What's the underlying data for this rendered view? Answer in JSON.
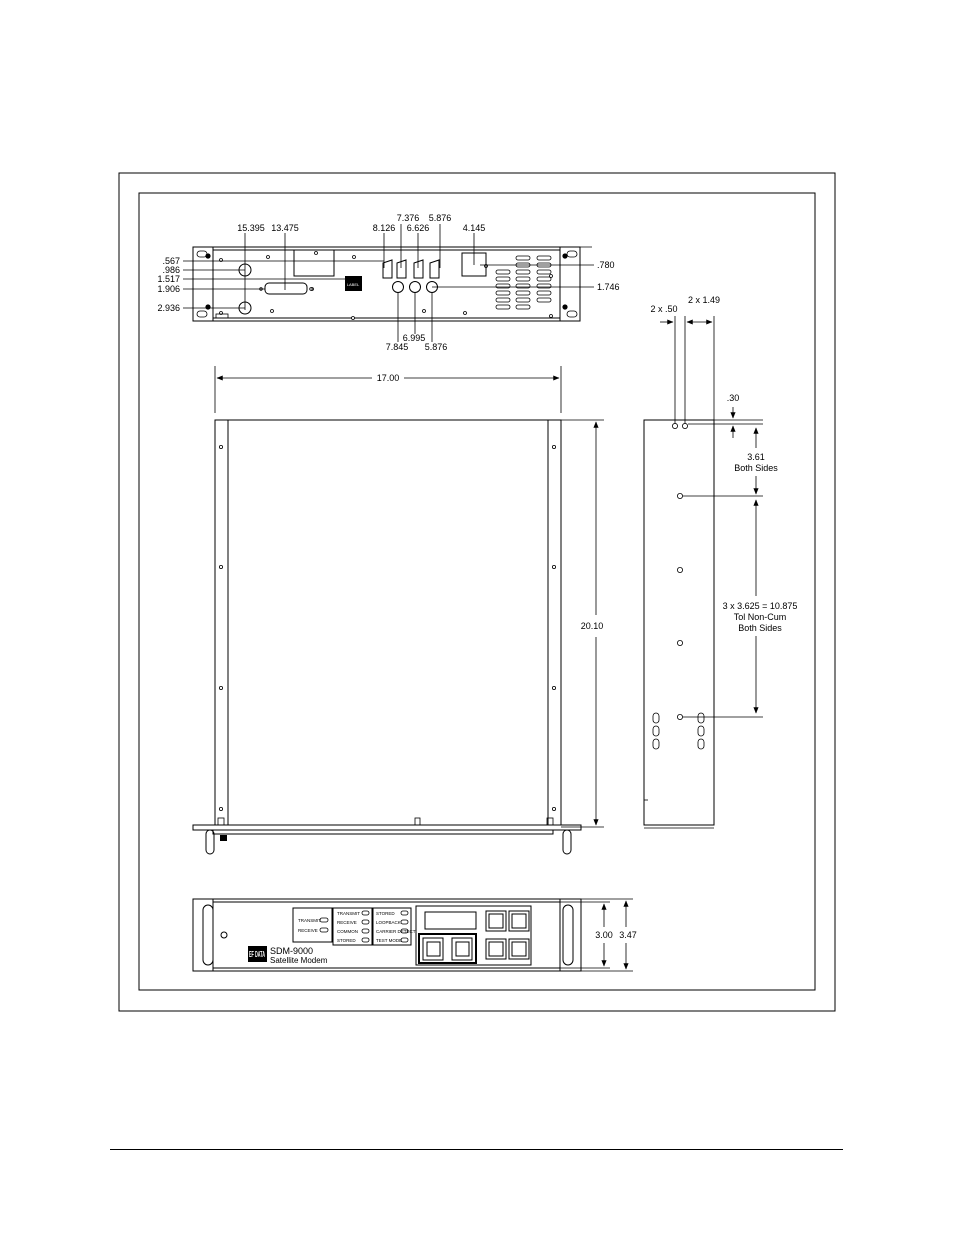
{
  "rear_panel": {
    "top_dims": [
      "15.395",
      "13.475",
      "8.126",
      "7.376",
      "6.626",
      "5.876",
      "4.145"
    ],
    "left_dims": [
      ".567",
      ".986",
      "1.517",
      "1.906",
      "2.936"
    ],
    "right_dims": [
      ".780",
      "1.746"
    ],
    "bottom_dims": [
      "7.845",
      "6.995",
      "5.876"
    ]
  },
  "top_view": {
    "width_dim": "17.00",
    "depth_dim": "20.10"
  },
  "side_view": {
    "dim_2x50": "2 x .50",
    "dim_2x149": "2 x 1.49",
    "dim_30": ".30",
    "dim_361": "3.61",
    "dim_361_note": "Both Sides",
    "dim_spacing": "3 x 3.625 = 10.875",
    "dim_spacing_note1": "Tol Non-Cum",
    "dim_spacing_note2": "Both Sides"
  },
  "front_panel": {
    "status1": [
      "TRANSMIT",
      "RECEIVE"
    ],
    "status2": [
      "TRANSMIT",
      "RECEIVE",
      "COMMON",
      "STORED"
    ],
    "status3": [
      "STORED",
      "LOOPBACK",
      "CARRIER DETECT",
      "TEST MODE"
    ],
    "logo_text": "EF DATA",
    "model": "SDM-9000",
    "product": "Satellite Modem",
    "dim_height": "3.00",
    "dim_overall": "3.47"
  },
  "rear_panel_badge": "LABEL"
}
